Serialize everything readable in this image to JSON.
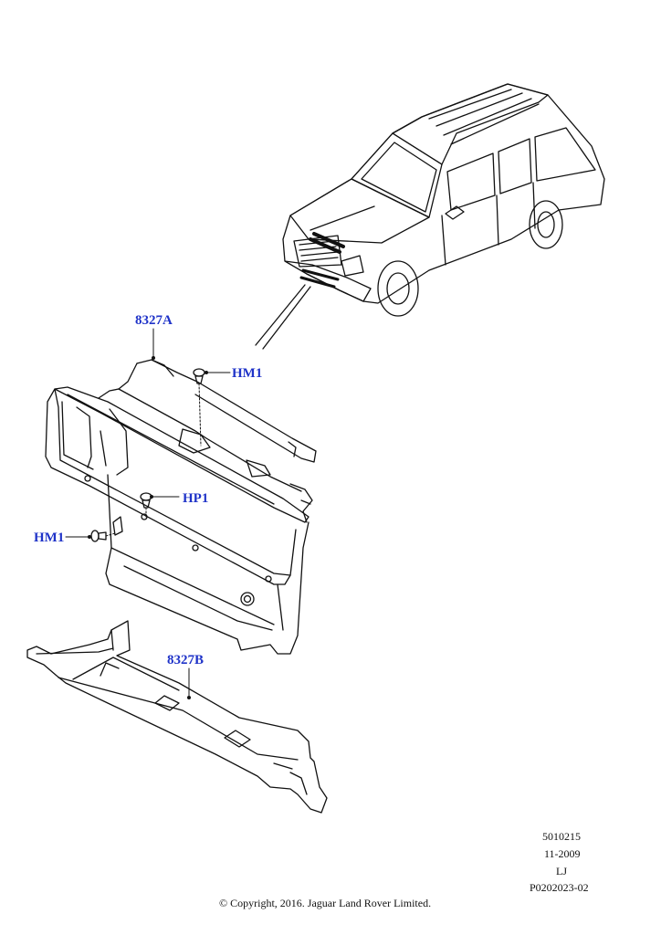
{
  "callouts": {
    "part_8327A": "8327A",
    "part_8327B": "8327B",
    "hm1_top": "HM1",
    "hm1_left": "HM1",
    "hp1": "HP1"
  },
  "info_block": {
    "illustration_number": "5010215",
    "date": "11-2009",
    "initials": "LJ",
    "reference": "P0202023-02"
  },
  "copyright": "© Copyright, 2016. Jaguar Land Rover Limited.",
  "colors": {
    "callout": "#1f33c8",
    "linework": "#111111"
  }
}
